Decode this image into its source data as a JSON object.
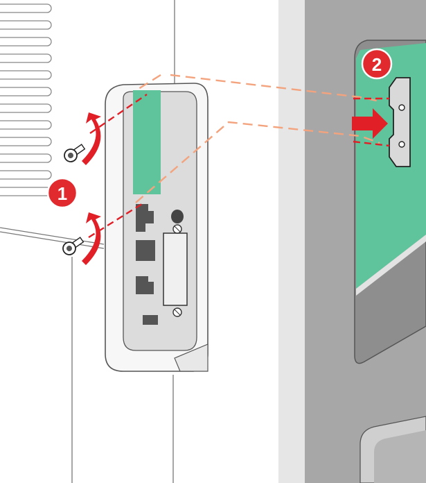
{
  "steps": [
    {
      "number": "1",
      "action": "remove-screws"
    },
    {
      "number": "2",
      "action": "remove-metal-plate"
    }
  ],
  "colors": {
    "callout_red": "#e02a2e",
    "arrow_red": "#e11f26",
    "board_green": "#5fc49c",
    "guide_orange": "#f3a37d",
    "panel_light": "#f7f7f7",
    "cover_gray": "#d6d6d6",
    "side_gray": "#a8a8a8",
    "line_gray": "#555555",
    "port_dark": "#555555"
  },
  "icons": [
    "screw-icon",
    "curved-arrow-icon",
    "push-arrow-icon",
    "step-badge-icon"
  ]
}
